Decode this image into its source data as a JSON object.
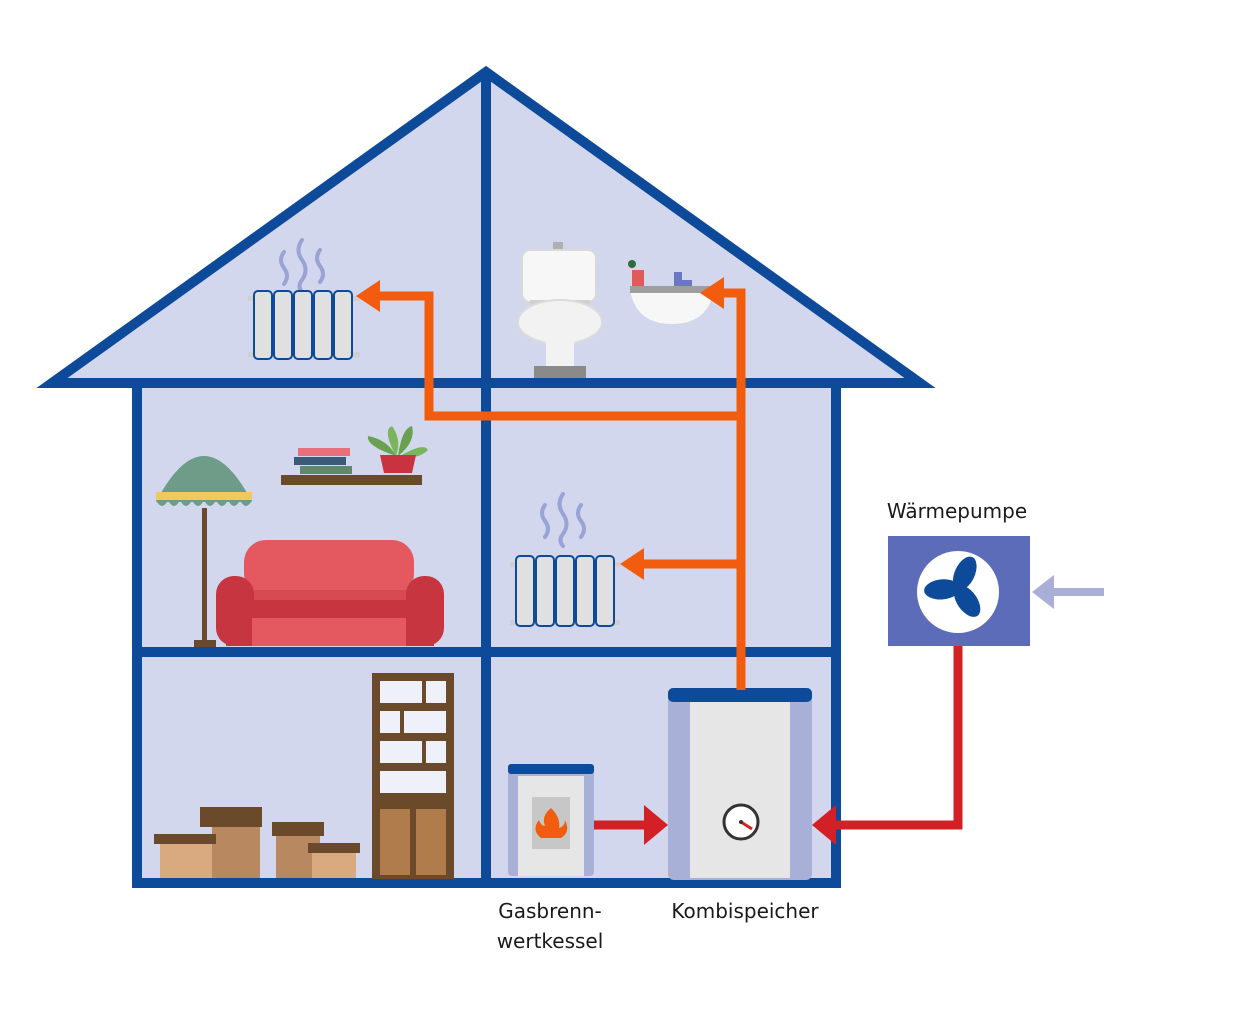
{
  "labels": {
    "heat_pump": "Wärmepumpe",
    "combi_storage": "Kombispeicher",
    "gas_boiler_line1": "Gasbrenn-",
    "gas_boiler_line2": "wertkessel"
  },
  "colors": {
    "house_outline": "#0d4a9a",
    "house_fill": "#d3d7ed",
    "hot_supply_arrow": "#f25c0f",
    "heat_input_arrow": "#d31f26",
    "ambient_air_arrow": "#a9afd9",
    "heat_pump_box": "#5c6cb8",
    "storage_body": "#e6e6e6",
    "storage_side": "#a9b0d8"
  },
  "icons": [
    "radiator-icon",
    "steam-icon",
    "toilet-icon",
    "sink-icon",
    "floor-lamp-icon",
    "sofa-icon",
    "shelf-icon",
    "books-icon",
    "plant-icon",
    "bookcase-icon",
    "box-icon",
    "flame-icon",
    "gauge-icon",
    "fan-icon"
  ]
}
